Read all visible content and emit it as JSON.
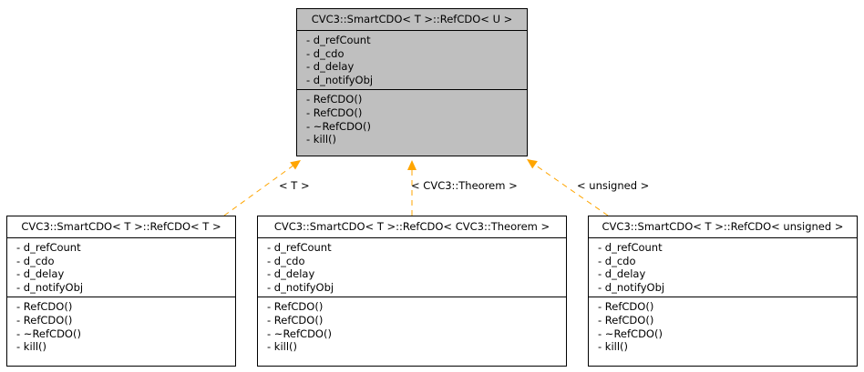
{
  "diagram": {
    "edge_color": "#ffa500",
    "base_fill": "#bfbfbf",
    "base_class": {
      "name": "CVC3::SmartCDO< T >::RefCDO< U >",
      "attributes": [
        "- d_refCount",
        "- d_cdo",
        "- d_delay",
        "- d_notifyObj"
      ],
      "methods": [
        "- RefCDO()",
        "- RefCDO()",
        "- ~RefCDO()",
        "- kill()"
      ]
    },
    "derived_classes": [
      {
        "name": "CVC3::SmartCDO< T >::RefCDO< T >",
        "edge_label": "< T >",
        "attributes": [
          "- d_refCount",
          "- d_cdo",
          "- d_delay",
          "- d_notifyObj"
        ],
        "methods": [
          "- RefCDO()",
          "- RefCDO()",
          "- ~RefCDO()",
          "- kill()"
        ]
      },
      {
        "name": "CVC3::SmartCDO< T >::RefCDO< CVC3::Theorem >",
        "edge_label": "< CVC3::Theorem >",
        "attributes": [
          "- d_refCount",
          "- d_cdo",
          "- d_delay",
          "- d_notifyObj"
        ],
        "methods": [
          "- RefCDO()",
          "- RefCDO()",
          "- ~RefCDO()",
          "- kill()"
        ]
      },
      {
        "name": "CVC3::SmartCDO< T >::RefCDO< unsigned >",
        "edge_label": "< unsigned >",
        "attributes": [
          "- d_refCount",
          "- d_cdo",
          "- d_delay",
          "- d_notifyObj"
        ],
        "methods": [
          "- RefCDO()",
          "- RefCDO()",
          "- ~RefCDO()",
          "- kill()"
        ]
      }
    ]
  }
}
